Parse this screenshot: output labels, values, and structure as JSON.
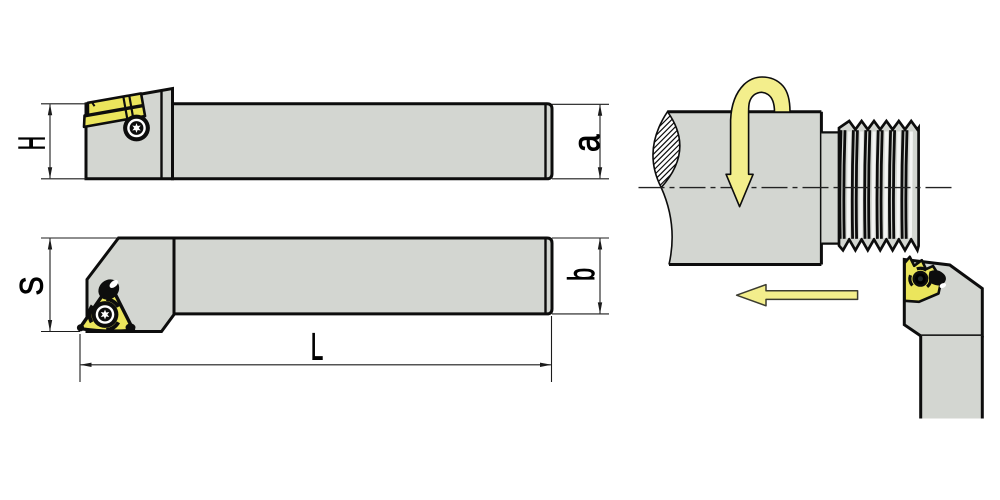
{
  "figure": {
    "title": "External thread turning toolholder - dimension drawing and application illustration",
    "type": "technical-line-drawing"
  },
  "dimensions": {
    "head_height_top_view": "H",
    "shank_end_height_top_view": "a",
    "head_height_side_view": "S",
    "shank_end_height_side_view": "b",
    "overall_length": "L"
  },
  "illustration": {
    "rotation_arrow_icon": "workpiece-rotation-arrow",
    "feed_arrow_icon": "feed-direction-arrow",
    "workpiece": "threaded-cylindrical-workpiece",
    "tool": "threading-toolholder-with-insert"
  },
  "colors": {
    "background": "#ffffff",
    "part": "#d3d6d1",
    "insert": "#ebe55c",
    "arrow": "#f3ee8c",
    "outline": "#0d0d0d",
    "dim": "#1c1c1c",
    "label": "#000000",
    "screw_gray": "#8e9494"
  }
}
